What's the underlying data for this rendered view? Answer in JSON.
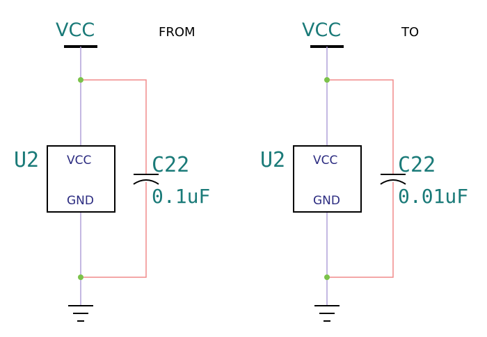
{
  "colors": {
    "wire_blue": "#b0a0d8",
    "wire_red": "#f08a8a",
    "junction": "#7bc24a",
    "component": "#000000",
    "label": "#1a7a78",
    "pin_label": "#2b2b80"
  },
  "diagram": {
    "from": {
      "caption": "FROM",
      "power_net": "VCC",
      "ic": {
        "ref": "U2",
        "pin_top": "VCC",
        "pin_bottom": "GND"
      },
      "cap": {
        "ref": "C22",
        "value": "0.1uF"
      }
    },
    "to": {
      "caption": "TO",
      "power_net": "VCC",
      "ic": {
        "ref": "U2",
        "pin_top": "VCC",
        "pin_bottom": "GND"
      },
      "cap": {
        "ref": "C22",
        "value": "0.01uF"
      }
    }
  }
}
